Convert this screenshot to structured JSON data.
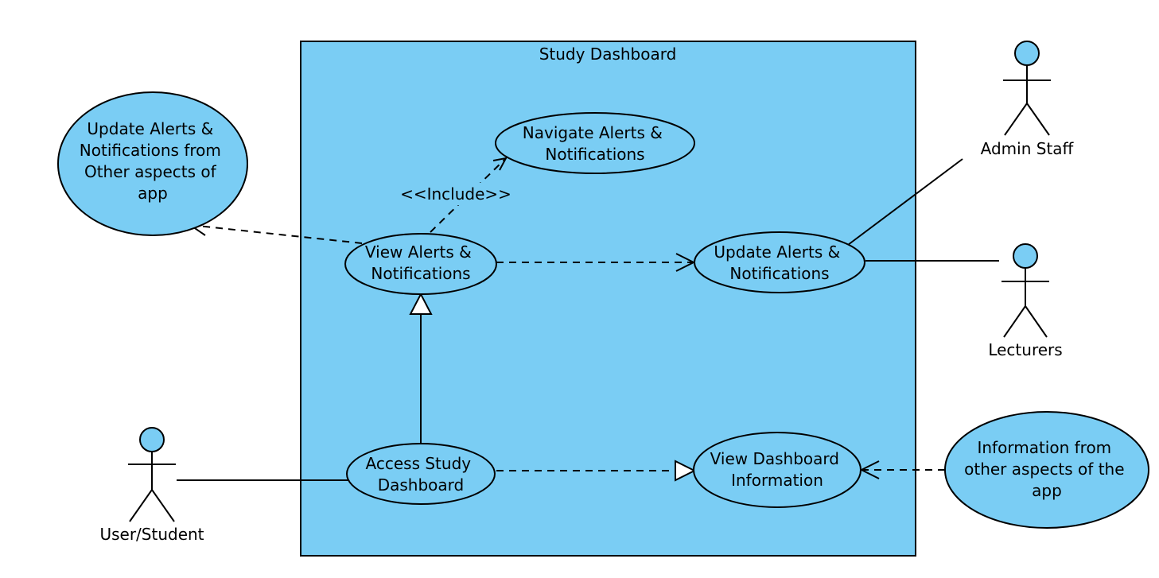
{
  "system": {
    "title": "Study Dashboard",
    "fill": "#7acdf4"
  },
  "use_cases": {
    "navigate": {
      "lines": [
        "Navigate Alerts &",
        "Notifications"
      ]
    },
    "view_alerts": {
      "lines": [
        "View Alerts &",
        "Notifications"
      ]
    },
    "update_alerts": {
      "lines": [
        "Update Alerts &",
        "Notifications"
      ]
    },
    "access_dashboard": {
      "lines": [
        "Access Study",
        "Dashboard"
      ]
    },
    "view_dashboard_info": {
      "lines": [
        "View Dashboard",
        "Information"
      ]
    },
    "update_from_other": {
      "lines": [
        "Update Alerts &",
        "Notifications from",
        "Other aspects of",
        "app"
      ]
    },
    "info_from_other": {
      "lines": [
        "Information from",
        "other aspects of the",
        "app"
      ]
    }
  },
  "actors": {
    "admin": {
      "name": "Admin Staff"
    },
    "lecturers": {
      "name": "Lecturers"
    },
    "student": {
      "name": "User/Student"
    }
  },
  "relations": {
    "include_label": "<<Include>>"
  }
}
